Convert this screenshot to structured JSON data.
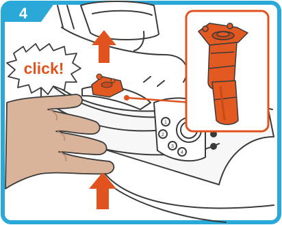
{
  "step": {
    "number": "4"
  },
  "callout": {
    "text": "click!"
  },
  "controls": {
    "numbers": [
      "1",
      "2",
      "3",
      "4"
    ]
  },
  "colors": {
    "frame": "#2aa8d8",
    "accent_orange": "#e0531f",
    "part_orange": "#e25a22",
    "skin": "#d9b39a",
    "skin_shadow": "#b98f76",
    "line": "#3a3a3a"
  },
  "icons": [
    "step-badge",
    "click-starburst",
    "up-arrow",
    "up-arrow",
    "aerator-part",
    "callout-line"
  ]
}
